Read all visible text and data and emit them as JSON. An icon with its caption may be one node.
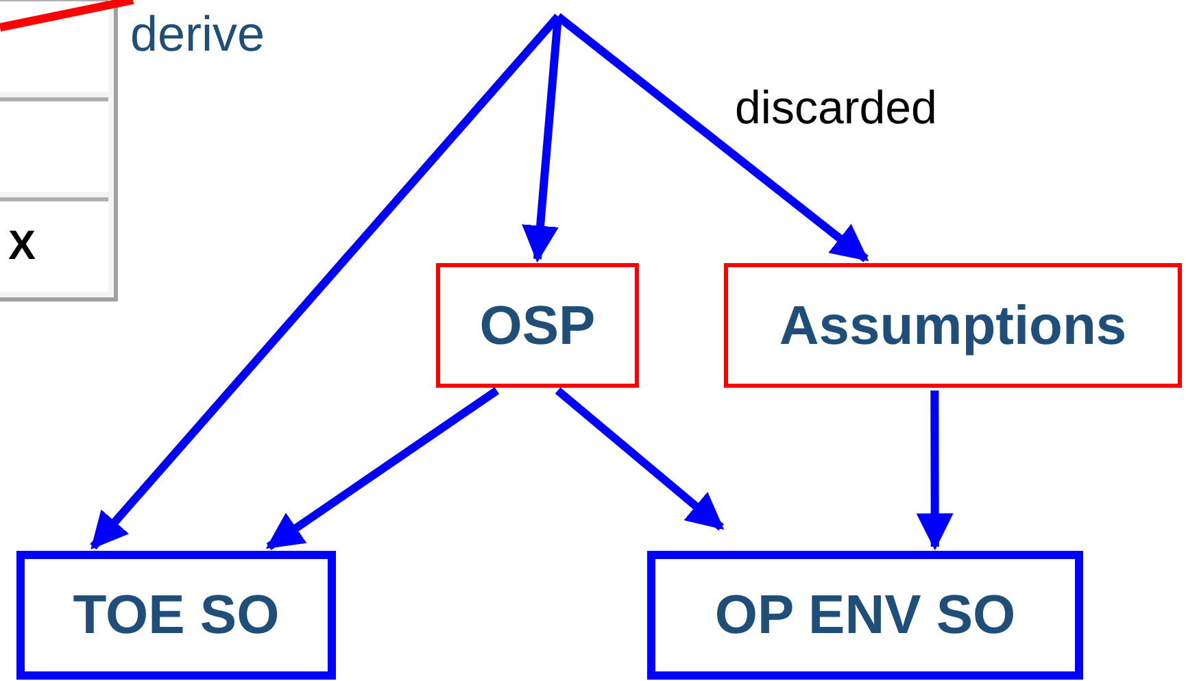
{
  "diagram": {
    "nodes": [
      {
        "text": [
          "OSP"
        ]
      },
      {
        "text": [
          "Assumptions"
        ]
      },
      {
        "text": [
          "TOE SO"
        ]
      },
      {
        "text": [
          "OP ENV SO"
        ]
      }
    ],
    "edges": [
      {
        "from": null,
        "to": 2,
        "arrow": "to"
      },
      {
        "from": null,
        "to": 0,
        "arrow": "to"
      },
      {
        "from": null,
        "to": 1,
        "arrow": "to",
        "label": "discarded"
      },
      {
        "from": 0,
        "to": 2,
        "arrow": "to"
      },
      {
        "from": 0,
        "to": 3,
        "arrow": "to"
      },
      {
        "from": 1,
        "to": 3,
        "arrow": "to"
      }
    ],
    "labels": [
      "X",
      "derive"
    ]
  }
}
